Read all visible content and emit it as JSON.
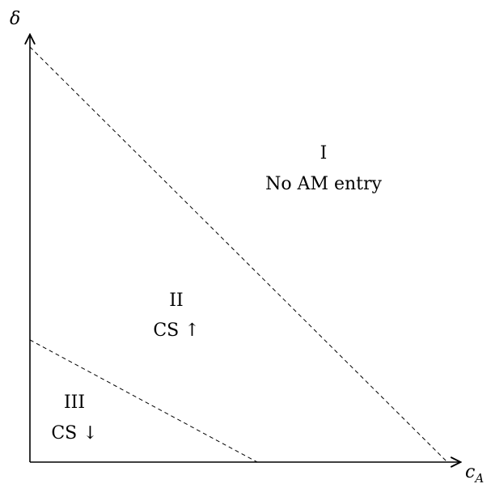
{
  "axes": {
    "y_label_main": "δ",
    "x_label_main": "c",
    "x_label_sub": "A"
  },
  "regions": [
    {
      "id": "I",
      "roman": "I",
      "caption": "No AM entry"
    },
    {
      "id": "II",
      "roman": "II",
      "caption": "CS ↑"
    },
    {
      "id": "III",
      "roman": "III",
      "caption": "CS ↓"
    }
  ]
}
